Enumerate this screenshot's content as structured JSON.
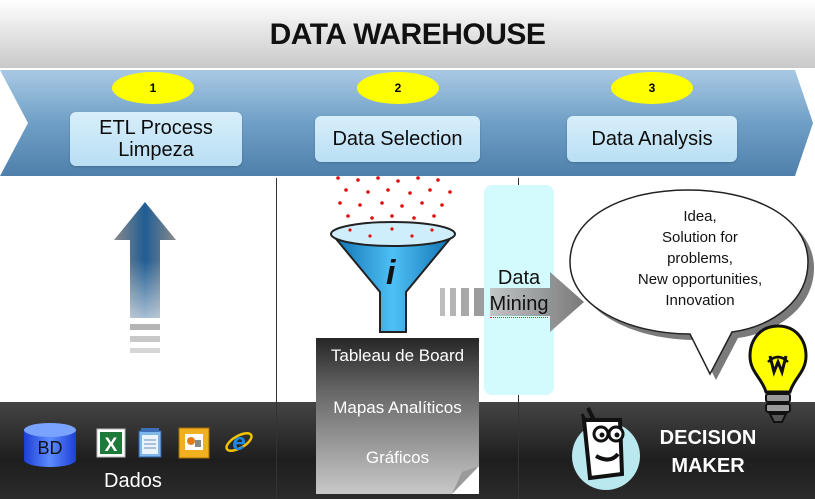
{
  "title": "DATA WAREHOUSE",
  "steps": [
    {
      "number": "1",
      "label_line1": "ETL Process",
      "label_line2": "Limpeza"
    },
    {
      "number": "2",
      "label_line1": "Data Selection"
    },
    {
      "number": "3",
      "label_line1": "Data Analysis"
    }
  ],
  "mining": {
    "line1": "Data",
    "line2": "Mining"
  },
  "board_items": [
    "Tableau de Board",
    "Mapas Analíticos",
    "Gráficos"
  ],
  "sources": {
    "db_label": "BD",
    "caption": "Dados"
  },
  "bubble_lines": [
    "Idea,",
    "Solution for",
    "problems,",
    "New opportunities,",
    "Innovation"
  ],
  "decision": {
    "line1": "DECISION",
    "line2": "MAKER"
  },
  "colors": {
    "badge": "#ffff00",
    "mining_panel": "#d3fafc",
    "arrow_band": "#6f9fc6",
    "funnel": "#1a9be0"
  },
  "icons": [
    "up-arrow-icon",
    "funnel-info-icon",
    "dotted-arrow-icon",
    "database-icon",
    "excel-icon",
    "notepad-icon",
    "presentation-icon",
    "ie-icon",
    "decision-maker-face-icon",
    "lightbulb-icon",
    "thought-bubble"
  ]
}
